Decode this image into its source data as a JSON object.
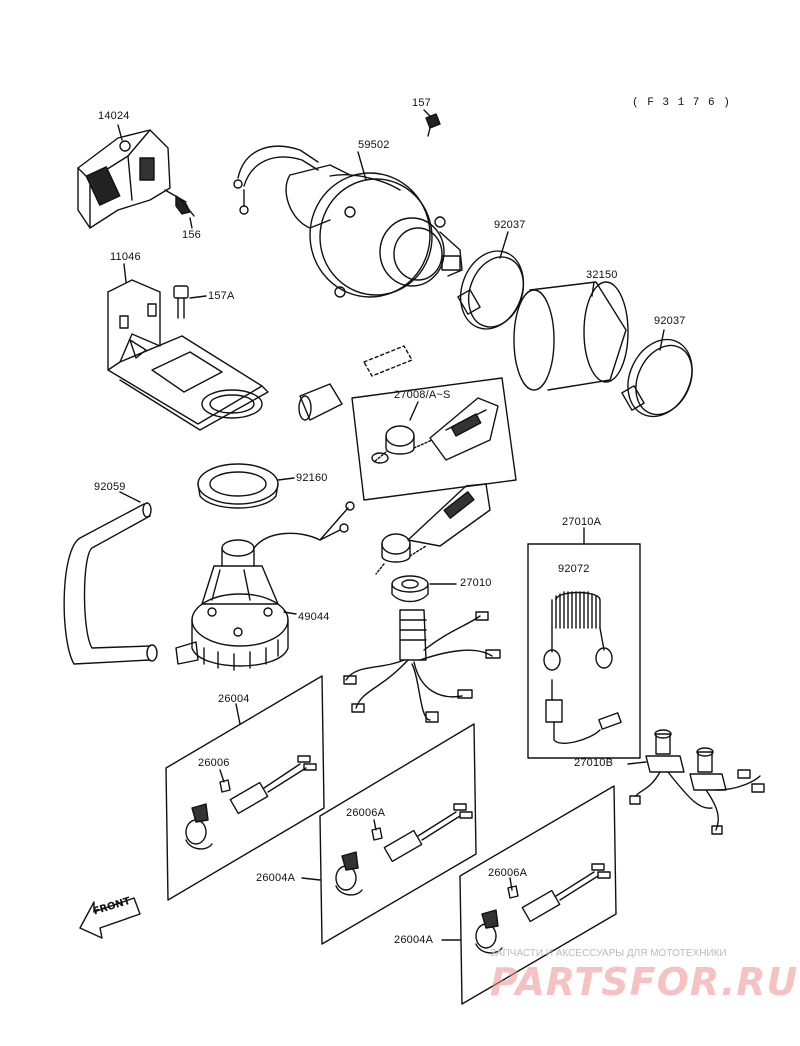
{
  "diagram": {
    "code": "( F 3 1 7 6 )",
    "front_label": "FRONT",
    "parts": {
      "p14024": "14024",
      "p156": "156",
      "p11046": "11046",
      "p157A": "157A",
      "p157": "157",
      "p59502": "59502",
      "p92037a": "92037",
      "p32150": "32150",
      "p92037b": "92037",
      "p27008": "27008/A~S",
      "p92059": "92059",
      "p92160": "92160",
      "p49044": "49044",
      "p27010": "27010",
      "p27010A": "27010A",
      "p92072": "92072",
      "p27010B": "27010B",
      "p26004": "26004",
      "p26006": "26006",
      "p26006Aa": "26006A",
      "p26004Aa": "26004A",
      "p26006Ab": "26006A",
      "p26004Ab": "26004A"
    }
  },
  "watermark": {
    "tagline": "ЗАПЧАСТИ И АКСЕССУАРЫ ДЛЯ МОТОТЕХНИКИ",
    "logo": "PARTSFOR.RU",
    "color": "#ef8f8f"
  }
}
